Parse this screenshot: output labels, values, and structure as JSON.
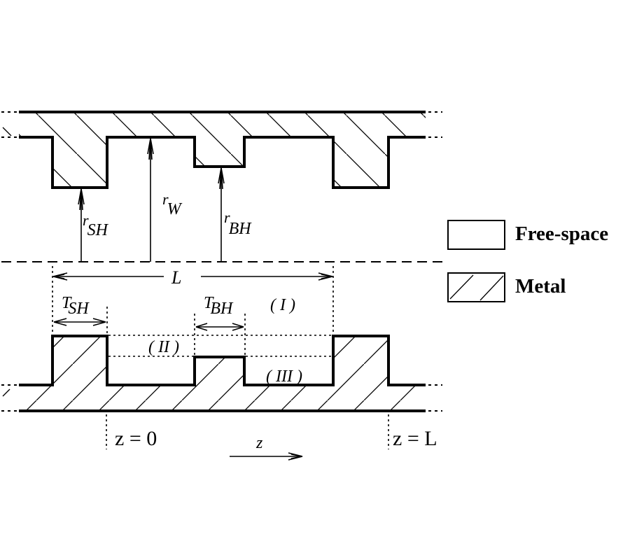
{
  "figure": {
    "description": "Longitudinal cross-section of a corrugated (slow-wave) waveguide period with shallow and big holes",
    "labels": {
      "r_sh": {
        "main": "r",
        "sub": "SH"
      },
      "r_w": {
        "main": "r",
        "sub": "W"
      },
      "r_bh": {
        "main": "r",
        "sub": "BH"
      },
      "period": "L",
      "t_sh": {
        "main": "T",
        "sub": "SH"
      },
      "t_bh": {
        "main": "T",
        "sub": "BH"
      },
      "region_1": "( I )",
      "region_2": "( II )",
      "region_3": "( III )",
      "z_start": "z = 0",
      "z_end": "z = L",
      "z_axis": "z"
    },
    "legend": [
      {
        "label": "Free-space",
        "pattern": "empty"
      },
      {
        "label": "Metal",
        "pattern": "hatched"
      }
    ],
    "colors": {
      "line": "#000000",
      "background": "#ffffff"
    }
  }
}
